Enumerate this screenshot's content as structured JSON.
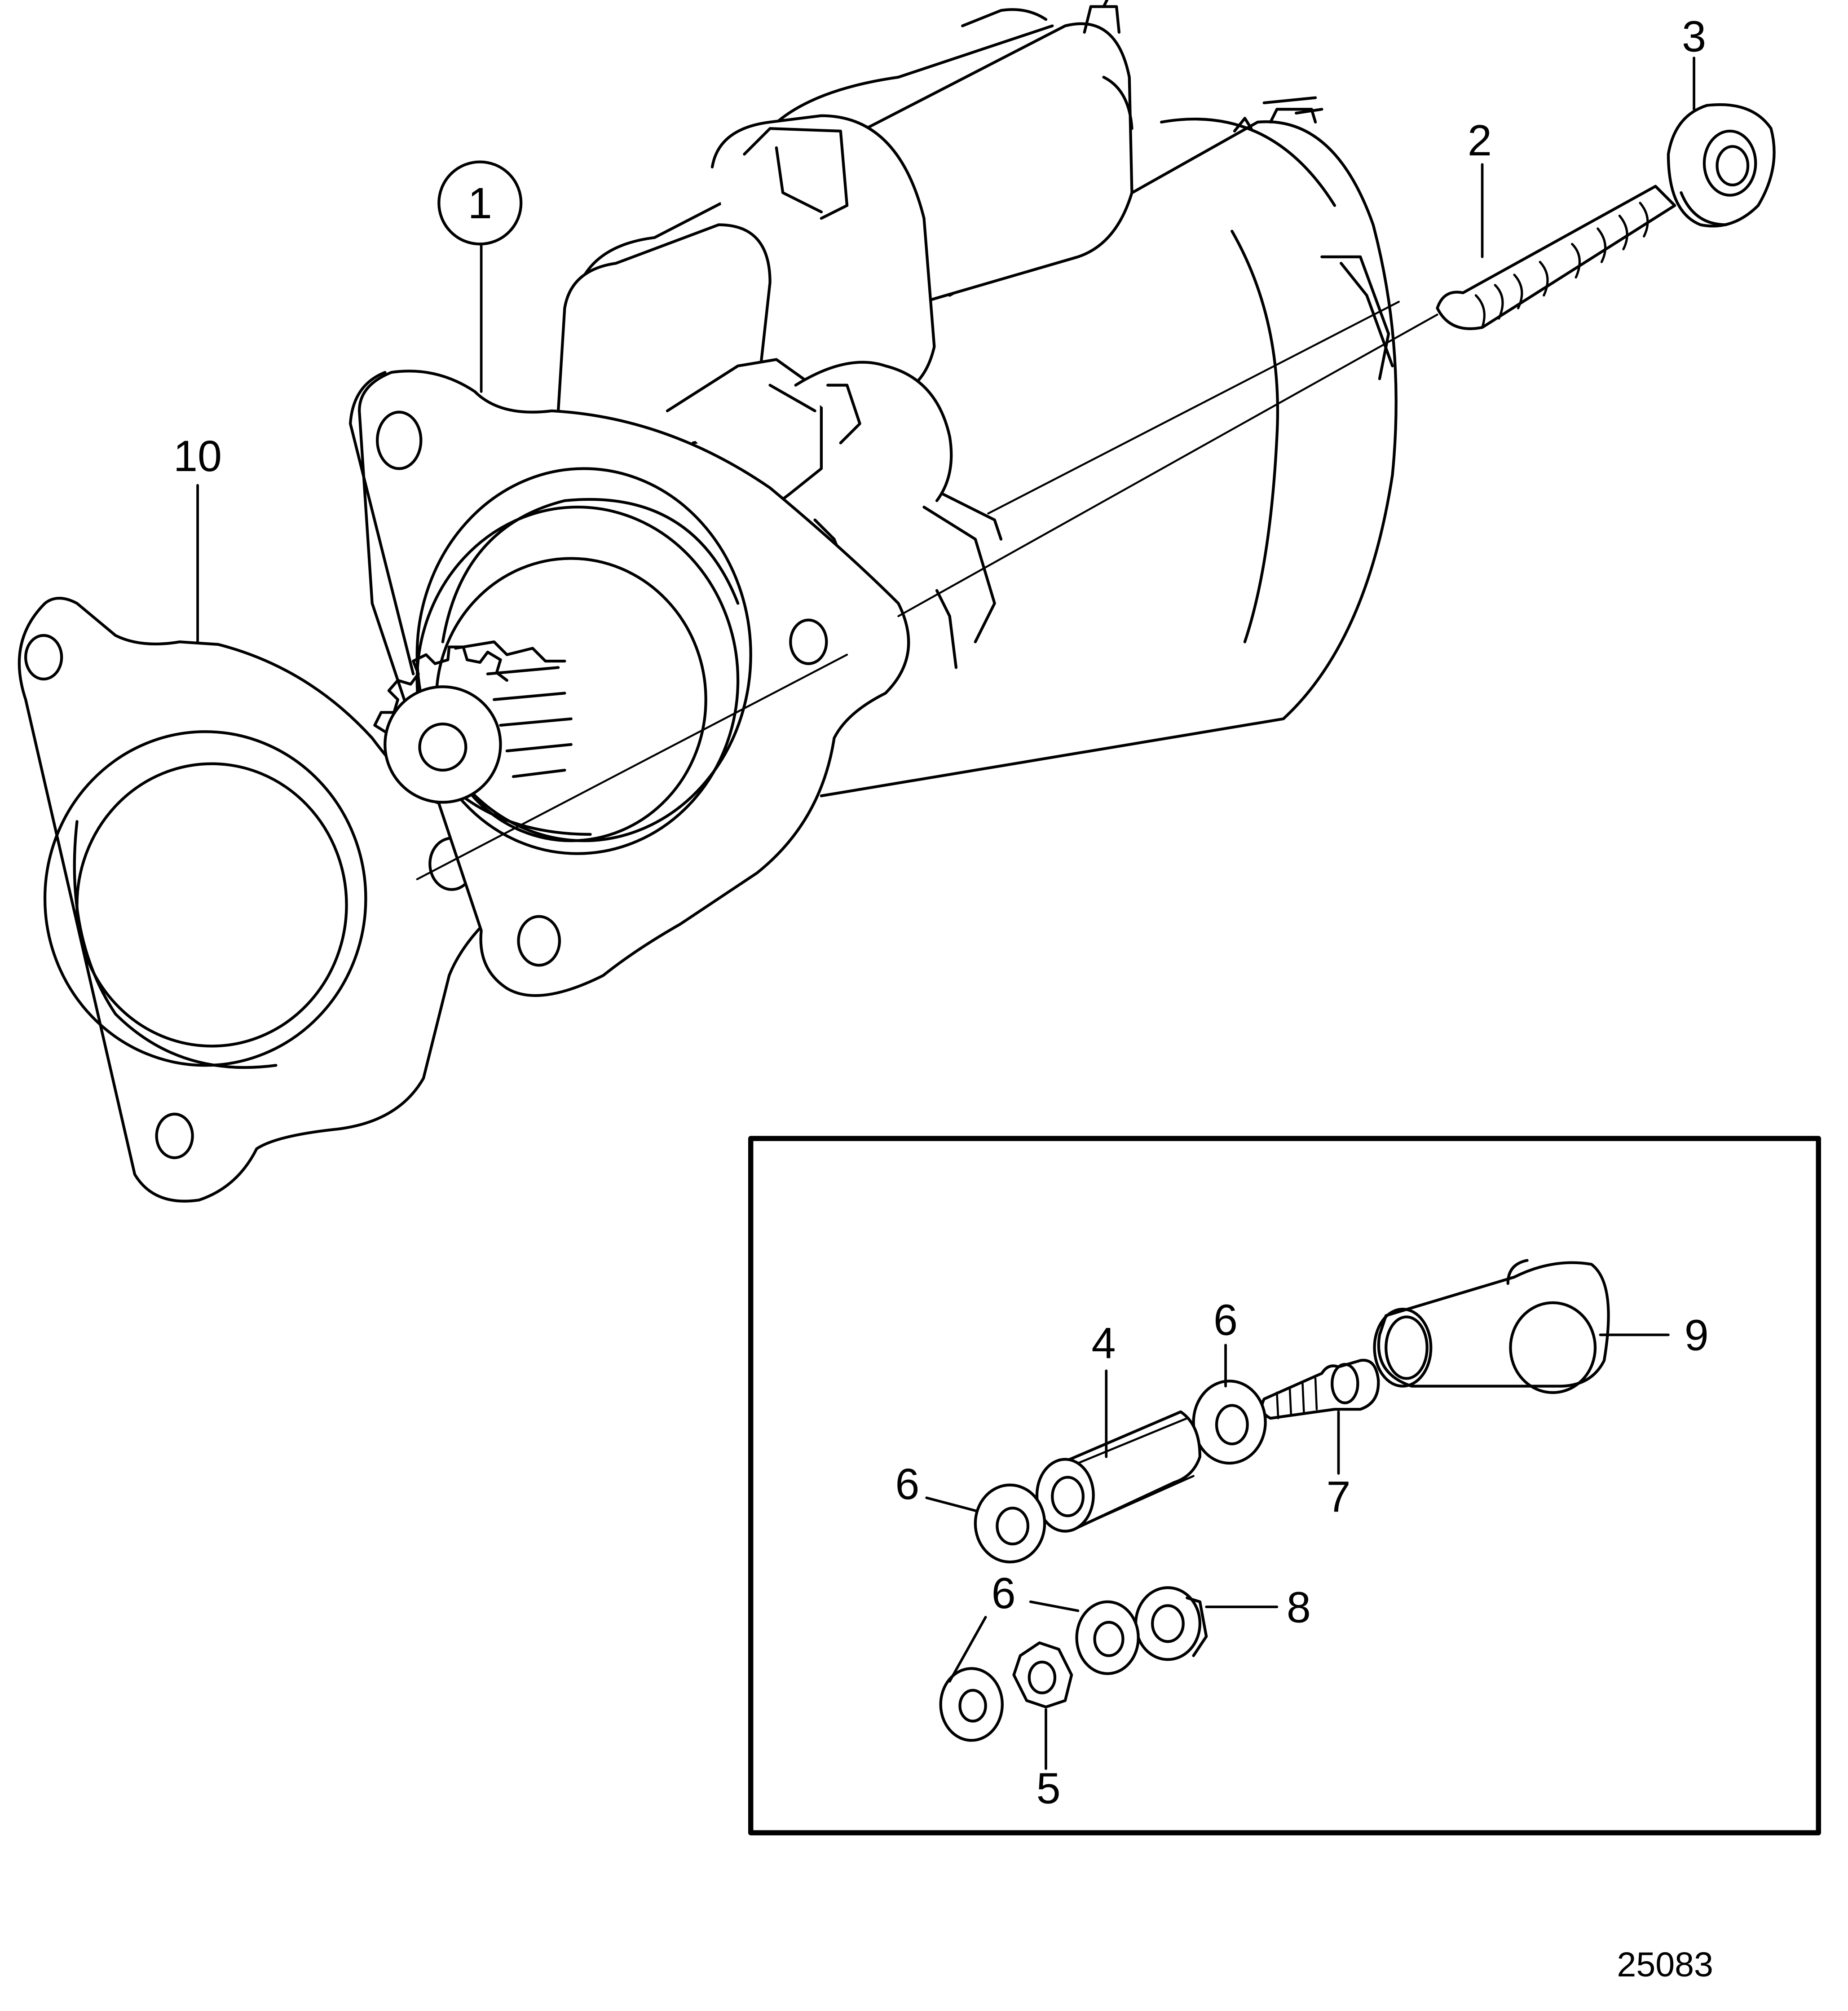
{
  "diagram": {
    "figure_number": "25083",
    "colors": {
      "line": "#000000",
      "background": "#ffffff"
    },
    "callouts": {
      "c1": "1",
      "c2": "2",
      "c3": "3",
      "c4": "4",
      "c5": "5",
      "c6a": "6",
      "c6b": "6",
      "c6c": "6",
      "c7": "7",
      "c8": "8",
      "c9": "9",
      "c10": "10"
    }
  }
}
